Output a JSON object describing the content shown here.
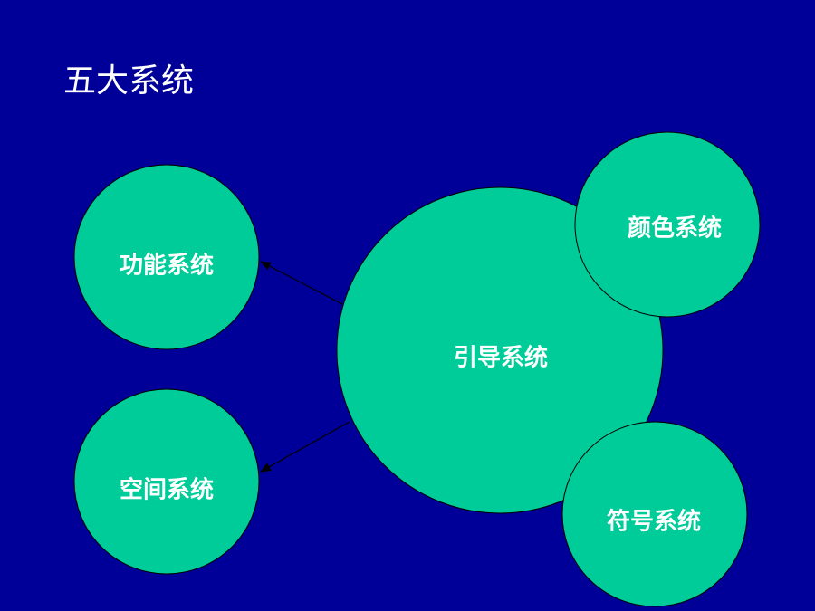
{
  "title": "五大系统",
  "colors": {
    "background": "#000099",
    "circle": "#00CC99"
  },
  "nodes": {
    "center": "引导系统",
    "function": "功能系统",
    "space": "空间系统",
    "color": "颜色系统",
    "symbol": "符号系统"
  }
}
